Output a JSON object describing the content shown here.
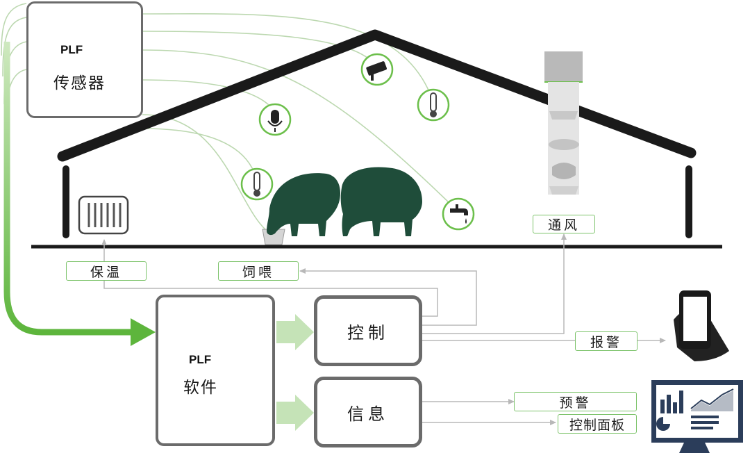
{
  "sensor_box": {
    "brand": "PLF",
    "label": "传感器"
  },
  "software_box": {
    "brand": "PLF",
    "label": "软件"
  },
  "control_box": {
    "label": "控制"
  },
  "info_box": {
    "label": "信息"
  },
  "labels": {
    "heating": "保温",
    "feeding": "饲喂",
    "ventilation": "通风",
    "alarm": "报警",
    "early_warning": "预警",
    "control_panel": "控制面板"
  },
  "colors": {
    "accent_green": "#6cbf4b",
    "box_border": "#6b6b6b",
    "roof": "#1a1a1a",
    "pig": "#1f4d3a"
  },
  "icons": [
    "camera-icon",
    "microphone-icon",
    "thermometer-icon",
    "faucet-icon",
    "heater-icon",
    "smartphone-icon",
    "monitor-dashboard-icon",
    "pig-icon"
  ]
}
